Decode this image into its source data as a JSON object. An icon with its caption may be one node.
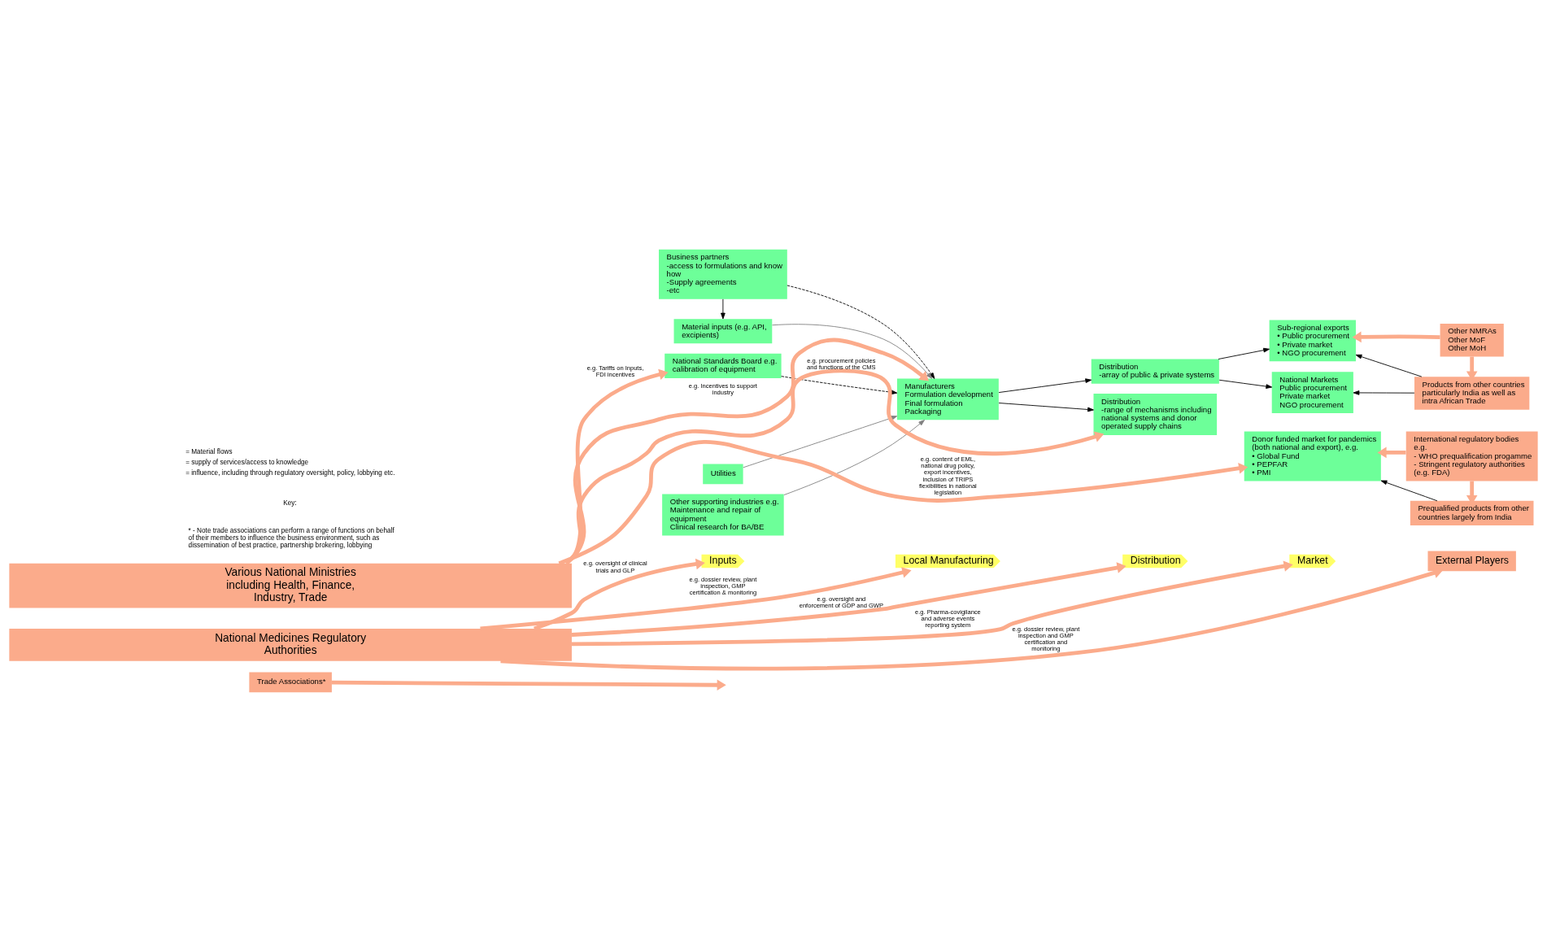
{
  "diagram": {
    "nodes": [
      {
        "text": [
          "National Medicines Regulatory Authorities"
        ]
      },
      {
        "text": [
          "Inputs"
        ]
      },
      {
        "text": [
          "Local Manufacturing"
        ]
      },
      {
        "text": [
          "Distribution"
        ]
      },
      {
        "text": [
          "Market"
        ]
      },
      {
        "text": [
          "External Players"
        ]
      },
      {
        "text": [
          "Trade Associations*"
        ]
      },
      {
        "text": [
          "Business partners",
          "-access to formulations and know how",
          "-Supply agreements",
          "-etc"
        ]
      },
      {
        "text": [
          "Material inputs (e.g. API, excipients)"
        ]
      },
      {
        "text": [
          "Utilities"
        ]
      },
      {
        "text": [
          "Other supporting industries e.g.",
          "Maintenance and repair of equipment",
          "Clinical research for BA/BE"
        ]
      },
      {
        "text": [
          "National Standards Board e.g. calibration of equipment"
        ]
      },
      {
        "text": [
          "Manufacturers",
          "Formulation development",
          "Final formulation",
          "Packaging"
        ]
      },
      {
        "text": [
          "Distribution",
          "-array of public & private systems"
        ]
      },
      {
        "text": [
          "Distribution",
          "-range of mechanisms including national systems and donor operated supply chains"
        ]
      },
      {
        "text": [
          "National Markets",
          "Public procurement",
          "Private market",
          "NGO procurement"
        ]
      },
      {
        "text": [
          "Sub-regional exports",
          "• Public procurement",
          "• Private market",
          "• NGO procurement"
        ]
      },
      {
        "text": [
          "Donor funded market for pandemics (both national and export), e.g.",
          "• Global Fund",
          "• PEPFAR",
          "• PMI"
        ]
      },
      {
        "text": [
          "Products from other countries",
          "particularly India as well as intra African Trade"
        ]
      },
      {
        "text": [
          "Other NMRAs",
          "Other MoF",
          "Other MoH"
        ]
      },
      {
        "text": [
          "International regulatory bodies e.g.",
          "- WHO prequalification progamme",
          "- Stringent regulatory authorities (e.g. FDA)"
        ]
      },
      {
        "text": [
          "Prequalified products from other countries largely from India"
        ]
      },
      {
        "text": [
          "Various National Ministries including Health, Finance, Industry, Trade"
        ]
      }
    ],
    "edges": [
      {
        "from": 0,
        "to": 1,
        "arrow": "to",
        "label": "e.g. oversight of clinical trials and GLP"
      },
      {
        "from": 0,
        "to": 2,
        "arrow": "to",
        "label": "e.g. dossier review, plant inspection, GMP certification & monitoring"
      },
      {
        "from": 0,
        "to": 3,
        "arrow": "to",
        "label": "e.g. oversight and enforcement of GDP and GWP"
      },
      {
        "from": 0,
        "to": 4,
        "arrow": "to",
        "label": "e.g. Pharma-covigilance and adverse events reporting system"
      },
      {
        "from": 0,
        "to": 5,
        "arrow": "to",
        "label": "e.g. dossier review, plant inspection and GMP certification and monitoring"
      },
      {
        "from": 6,
        "to": null,
        "arrow": "to"
      },
      {
        "from": 7,
        "to": 8,
        "arrow": "to",
        "color": "#000000"
      },
      {
        "from": 7,
        "to": 12,
        "arrow": "to",
        "style": "dashed",
        "color": "#000000"
      },
      {
        "from": 8,
        "to": 12,
        "arrow": "to",
        "color": "#808080"
      },
      {
        "from": 9,
        "to": 12,
        "arrow": "to",
        "color": "#808080"
      },
      {
        "from": 10,
        "to": 12,
        "arrow": "to",
        "color": "#808080"
      },
      {
        "from": 11,
        "to": 12,
        "arrow": "to",
        "style": "dashed",
        "color": "#000000"
      },
      {
        "from": 12,
        "to": 13,
        "arrow": "to",
        "color": "#000000"
      },
      {
        "from": 12,
        "to": 14,
        "arrow": "to",
        "color": "#000000"
      },
      {
        "from": 13,
        "to": 15,
        "arrow": "to",
        "color": "#000000"
      },
      {
        "from": 13,
        "to": 16,
        "arrow": "to",
        "color": "#000000"
      },
      {
        "from": 18,
        "to": 15,
        "arrow": "to",
        "color": "#000000"
      },
      {
        "from": 18,
        "to": 16,
        "arrow": "to",
        "color": "#000000"
      },
      {
        "from": 19,
        "to": 18,
        "arrow": "to"
      },
      {
        "from": 19,
        "to": 16,
        "arrow": "to"
      },
      {
        "from": 20,
        "to": 17,
        "arrow": "to"
      },
      {
        "from": 20,
        "to": 21,
        "arrow": "to"
      },
      {
        "from": 21,
        "to": 17,
        "arrow": "to",
        "color": "#000000"
      },
      {
        "from": 22,
        "to": 11,
        "arrow": "to",
        "label": "e.g. Tariffs on Inputs, FDI incentives"
      },
      {
        "from": 22,
        "to": 12,
        "arrow": "to",
        "label": "e.g. Incentives to support industry"
      },
      {
        "from": 22,
        "to": 14,
        "arrow": "to",
        "label": "e.g. procurement policies and functions of the CMS"
      },
      {
        "from": 22,
        "to": 17,
        "arrow": "to",
        "label": "e.g. content of EML, national drug policy, export incentives, inclusion of TRIPS flexibilities in national legislation"
      }
    ],
    "labels": [
      "* - Note trade associations can perform a range of functions on behalf of their members to influence the business environment, such as dissemination of best practice, partnership brokering, lobbying",
      "Key:"
    ],
    "legend": [
      {
        "text": "= Material flows"
      },
      {
        "text": "= supply of services/access to knowledge"
      },
      {
        "text": "= influence, including through regulatory oversight, policy, lobbying etc."
      }
    ]
  }
}
